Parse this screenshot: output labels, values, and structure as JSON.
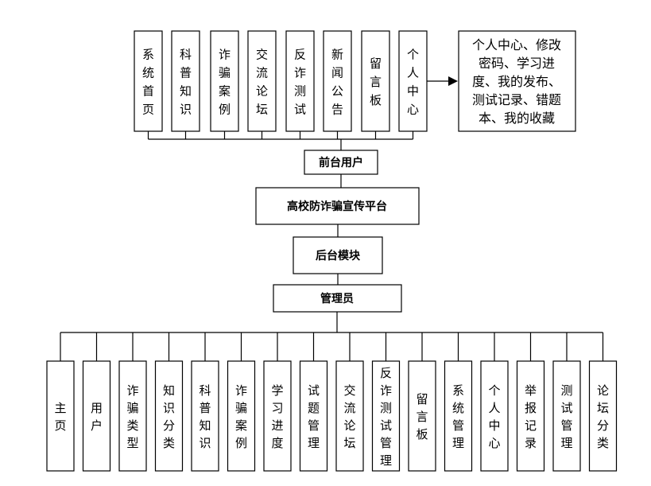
{
  "front_modules": [
    {
      "label": "系统首页",
      "chars": [
        "系",
        "统",
        "首",
        "页"
      ]
    },
    {
      "label": "科普知识",
      "chars": [
        "科",
        "普",
        "知",
        "识"
      ]
    },
    {
      "label": "诈骗案例",
      "chars": [
        "诈",
        "骗",
        "案",
        "例"
      ]
    },
    {
      "label": "交流论坛",
      "chars": [
        "交",
        "流",
        "论",
        "坛"
      ]
    },
    {
      "label": "反诈测试",
      "chars": [
        "反",
        "诈",
        "测",
        "试"
      ]
    },
    {
      "label": "新闻公告",
      "chars": [
        "新",
        "闻",
        "公",
        "告"
      ]
    },
    {
      "label": "留言板",
      "chars": [
        "留",
        "言",
        "板"
      ]
    },
    {
      "label": "个人中心",
      "chars": [
        "个",
        "人",
        "中",
        "心"
      ]
    }
  ],
  "personal_center_detail": [
    "个人中心、修改",
    "密码、学习进",
    "度、我的发布、",
    "测试记录、错题",
    "本、我的收藏"
  ],
  "front_user": "前台用户",
  "platform": "高校防诈骗宣传平台",
  "backend": "后台模块",
  "admin": "管理员",
  "back_modules": [
    {
      "label": "主页",
      "chars": [
        "主",
        "页"
      ]
    },
    {
      "label": "用户",
      "chars": [
        "用",
        "户"
      ]
    },
    {
      "label": "诈骗类型",
      "chars": [
        "诈",
        "骗",
        "类",
        "型"
      ]
    },
    {
      "label": "知识分类",
      "chars": [
        "知",
        "识",
        "分",
        "类"
      ]
    },
    {
      "label": "科普知识",
      "chars": [
        "科",
        "普",
        "知",
        "识"
      ]
    },
    {
      "label": "诈骗案例",
      "chars": [
        "诈",
        "骗",
        "案",
        "例"
      ]
    },
    {
      "label": "学习进度",
      "chars": [
        "学",
        "习",
        "进",
        "度"
      ]
    },
    {
      "label": "试题管理",
      "chars": [
        "试",
        "题",
        "管",
        "理"
      ]
    },
    {
      "label": "交流论坛",
      "chars": [
        "交",
        "流",
        "论",
        "坛"
      ]
    },
    {
      "label": "反诈测试管理",
      "chars": [
        "反",
        "诈",
        "测",
        "试",
        "管",
        "理"
      ]
    },
    {
      "label": "留言板",
      "chars": [
        "留",
        "言",
        "板"
      ]
    },
    {
      "label": "系统管理",
      "chars": [
        "系",
        "统",
        "管",
        "理"
      ]
    },
    {
      "label": "个人中心",
      "chars": [
        "个",
        "人",
        "中",
        "心"
      ]
    },
    {
      "label": "举报记录",
      "chars": [
        "举",
        "报",
        "记",
        "录"
      ]
    },
    {
      "label": "测试管理",
      "chars": [
        "测",
        "试",
        "管",
        "理"
      ]
    },
    {
      "label": "论坛分类",
      "chars": [
        "论",
        "坛",
        "分",
        "类"
      ]
    }
  ]
}
